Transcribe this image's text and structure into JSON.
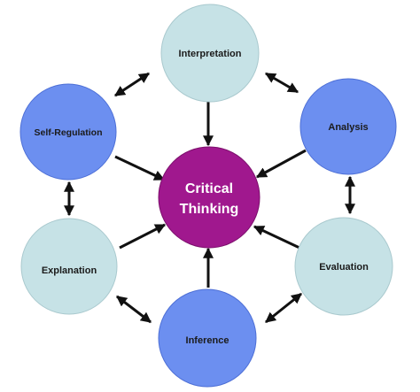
{
  "diagram": {
    "center": {
      "label_line1": "Critical",
      "label_line2": "Thinking",
      "color": "#a0188e"
    },
    "nodes": [
      {
        "id": "interpretation",
        "label": "Interpretation",
        "color": "#c6e2e6"
      },
      {
        "id": "analysis",
        "label": "Analysis",
        "color": "#6c8ff0"
      },
      {
        "id": "evaluation",
        "label": "Evaluation",
        "color": "#c6e2e6"
      },
      {
        "id": "inference",
        "label": "Inference",
        "color": "#6c8ff0"
      },
      {
        "id": "explanation",
        "label": "Explanation",
        "color": "#c6e2e6"
      },
      {
        "id": "self_regulation",
        "label": "Self-Regulation",
        "color": "#6c8ff0"
      }
    ],
    "arrow_color": "#111111"
  }
}
